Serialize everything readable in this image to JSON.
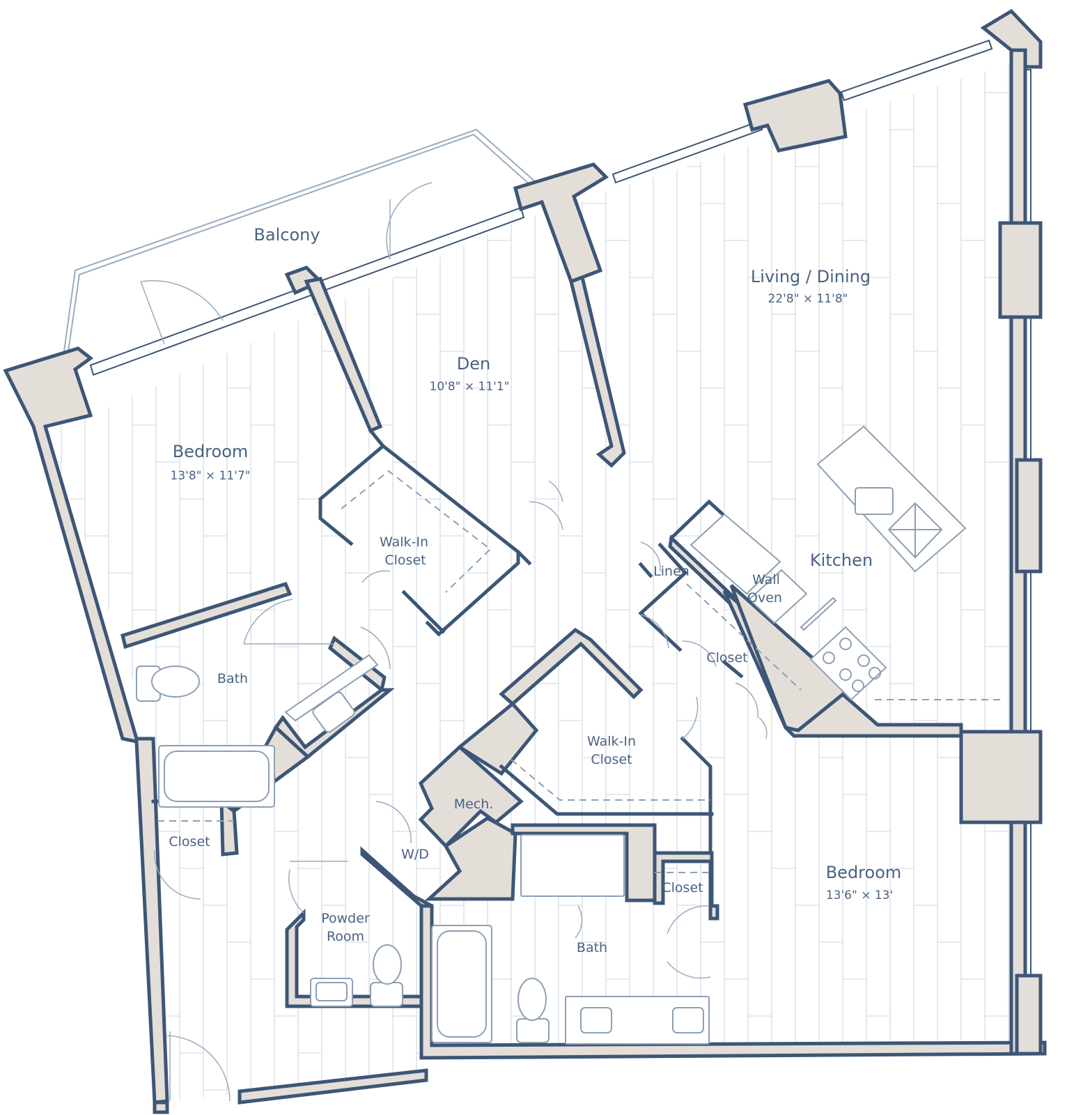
{
  "rooms": {
    "balcony": {
      "name": "Balcony"
    },
    "living": {
      "name": "Living / Dining",
      "size": "22'8\" × 11'8\""
    },
    "den": {
      "name": "Den",
      "size": "10'8\" × 11'1\""
    },
    "bedroom_left": {
      "name": "Bedroom",
      "size": "13'8\" × 11'7\""
    },
    "bedroom_right": {
      "name": "Bedroom",
      "size": "13'6\" × 13'"
    },
    "walkin_left": {
      "line1": "Walk-In",
      "line2": "Closet"
    },
    "walkin_center": {
      "line1": "Walk-In",
      "line2": "Closet"
    },
    "kitchen": {
      "name": "Kitchen"
    },
    "wall_oven": {
      "line1": "Wall",
      "line2": "Oven"
    },
    "linen": {
      "name": "Linen"
    },
    "closet_kitchen": {
      "name": "Closet"
    },
    "bath_left": {
      "name": "Bath"
    },
    "bath_right": {
      "name": "Bath"
    },
    "closet_left": {
      "name": "Closet"
    },
    "closet_right": {
      "name": "Closet"
    },
    "mech": {
      "name": "Mech."
    },
    "wd": {
      "name": "W/D"
    },
    "powder": {
      "line1": "Powder",
      "line2": "Room"
    }
  },
  "colors": {
    "wall_fill": "#e4ded9",
    "wall_stroke": "#3d5676",
    "label": "#4a6282",
    "floor_lines": "#d6dde5"
  }
}
